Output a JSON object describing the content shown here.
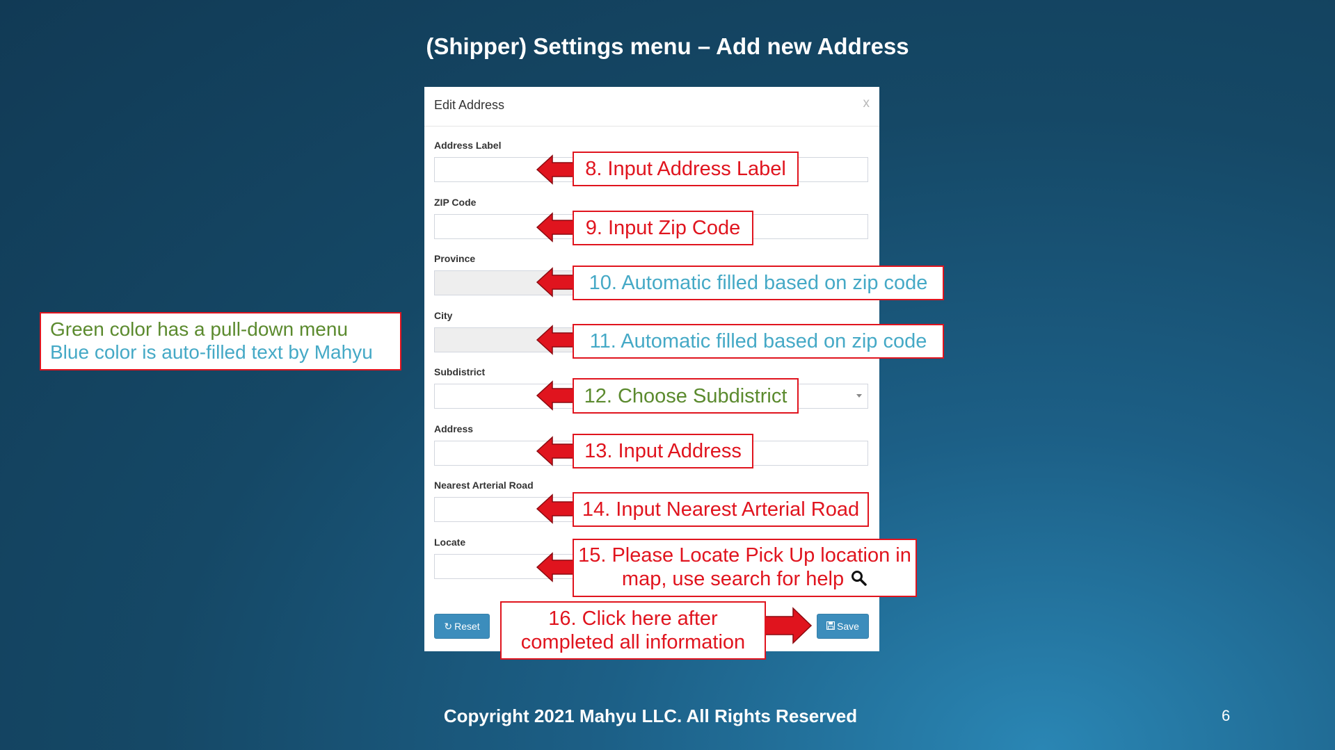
{
  "slide": {
    "title": "(Shipper) Settings menu – Add new Address",
    "footer": "Copyright 2021 Mahyu LLC. All Rights Reserved",
    "page_number": "6"
  },
  "dialog": {
    "title": "Edit Address",
    "close_label": "x",
    "fields": {
      "address_label": "Address Label",
      "zip_code": "ZIP Code",
      "province": "Province",
      "city": "City",
      "subdistrict": "Subdistrict",
      "address": "Address",
      "nearest_arterial_road": "Nearest Arterial Road",
      "locate": "Locate"
    },
    "reset_label": "Reset",
    "save_label": "Save"
  },
  "legend": {
    "line1": "Green color has a pull-down menu",
    "line2": "Blue color is auto-filled text by Mahyu"
  },
  "callouts": {
    "c8": "8. Input Address Label",
    "c9": "9. Input Zip Code",
    "c10": "10. Automatic filled based on zip code",
    "c11": "11. Automatic filled based on zip code",
    "c12": "12. Choose Subdistrict",
    "c13": "13. Input Address",
    "c14": "14. Input Nearest Arterial Road",
    "c15_line1": "15. Please Locate Pick Up location in",
    "c15_line2": "map, use search for help",
    "c16_line1": "16. Click here after",
    "c16_line2": "completed all information"
  },
  "colors": {
    "instruction": "#e0141e",
    "auto_filled": "#45a9c6",
    "pull_down": "#5b8a2e",
    "button": "#3c8dbc"
  },
  "icons": [
    "close-icon",
    "refresh-icon",
    "save-icon",
    "search-icon",
    "chevron-down-icon",
    "arrow-left-icon",
    "arrow-right-icon"
  ]
}
